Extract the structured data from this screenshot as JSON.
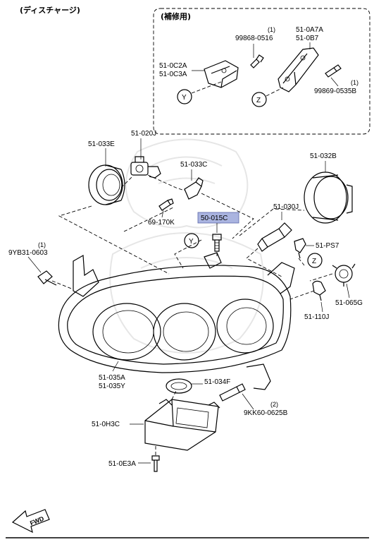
{
  "header": {
    "title": "(ディスチャージ)"
  },
  "repair_box": {
    "title": "(補修用)",
    "labels": {
      "qty_a": "(1)",
      "part_a": "99868-0516",
      "part_b1": "51-0C2A",
      "part_b2": "51-0C3A",
      "part_c1": "51-0A7A",
      "part_c2": "51-0B7",
      "qty_d": "(1)",
      "part_d": "99869-0535B",
      "mark_y": "Y",
      "mark_z": "Z"
    }
  },
  "parts": {
    "p_033e": "51-033E",
    "p_020j": "51-020J",
    "p_033c": "51-033C",
    "p_032b": "51-032B",
    "p_170k": "69-170K",
    "p_015c": "50-015C",
    "p_030j": "51-030J",
    "p_ps7": "51-PS7",
    "qty_9yb": "(1)",
    "p_9yb": "9YB31-0603",
    "mark_y": "Y",
    "mark_z": "Z",
    "p_065g": "51-065G",
    "p_110j": "51-110J",
    "p_035a": "51-035A",
    "p_035y": "51-035Y",
    "p_034f": "51-034F",
    "qty_9kk": "(2)",
    "p_9kk": "9KK60-0625B",
    "p_0h3c": "51-0H3C",
    "p_0e3a": "51-0E3A"
  },
  "highlight": {
    "part": "50-015C",
    "color": "#aab4e0"
  },
  "fwd": {
    "label": "FWD"
  }
}
